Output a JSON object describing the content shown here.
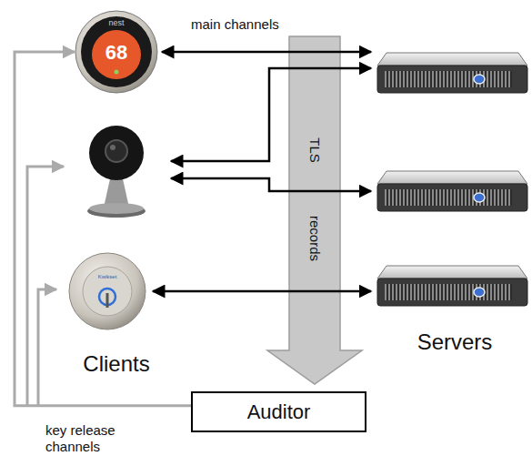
{
  "diagram": {
    "nodes": [
      {
        "text": [
          "nest",
          "68"
        ]
      },
      {
        "text": [
          "Auditor"
        ]
      }
    ],
    "edges": [
      {
        "from": 1,
        "to": 0,
        "arrow": "to"
      }
    ],
    "labels": [
      "main channels",
      "TLS",
      "records",
      "Clients",
      "Servers",
      "Kwikset",
      "key release channels"
    ]
  }
}
